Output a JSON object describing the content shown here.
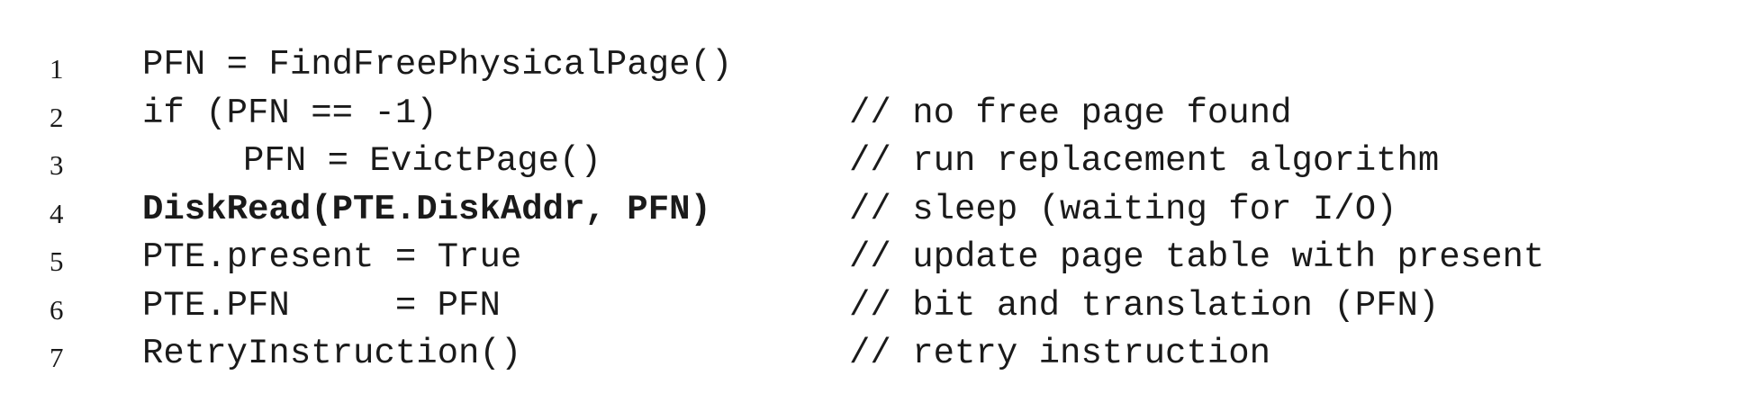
{
  "lines": [
    {
      "number": "1",
      "code": "PFN = FindFreePhysicalPage()",
      "comment": ""
    },
    {
      "number": "2",
      "code": "if (PFN == -1)",
      "comment": "// no free page found"
    },
    {
      "number": "3",
      "code": "PFN = EvictPage()",
      "comment": "// run replacement algorithm"
    },
    {
      "number": "4",
      "code": "DiskRead(PTE.DiskAddr, PFN)",
      "comment": "// sleep (waiting for I/O)"
    },
    {
      "number": "5",
      "code": "PTE.present = True",
      "comment": "// update page table with present"
    },
    {
      "number": "6",
      "code": "PTE.PFN     = PFN",
      "comment": "// bit and translation (PFN)"
    },
    {
      "number": "7",
      "code": "RetryInstruction()",
      "comment": "// retry instruction"
    }
  ]
}
